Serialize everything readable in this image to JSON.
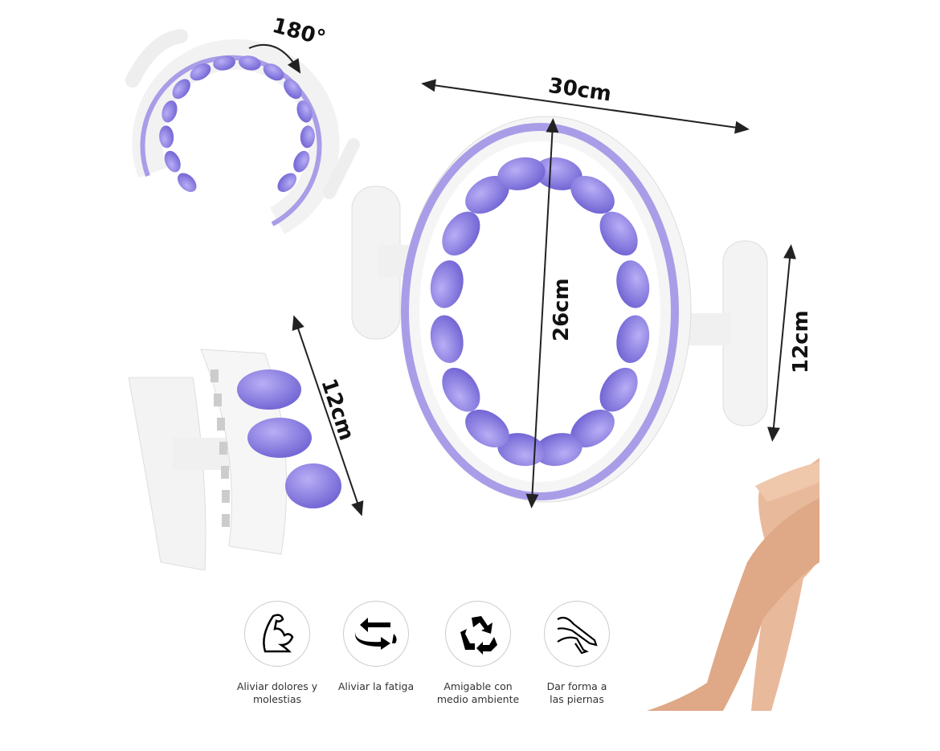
{
  "dimensions": {
    "rotation": "180°",
    "width": "30cm",
    "height": "26cm",
    "handle_right": "12cm",
    "handle_left": "12cm"
  },
  "colors": {
    "roller": "#8b7fe0",
    "ring_trim": "#a99de8",
    "body": "#f4f4f4",
    "skin": "#e9b99b"
  },
  "features": [
    {
      "icon": "muscle-arm-icon",
      "label_line1": "Aliviar dolores y",
      "label_line2": "molestias"
    },
    {
      "icon": "rotate-arrows-icon",
      "label_line1": "Aliviar la fatiga",
      "label_line2": ""
    },
    {
      "icon": "recycle-icon",
      "label_line1": "Amigable con",
      "label_line2": "medio ambiente"
    },
    {
      "icon": "legs-icon",
      "label_line1": "Dar forma a",
      "label_line2": "las piernas"
    }
  ]
}
